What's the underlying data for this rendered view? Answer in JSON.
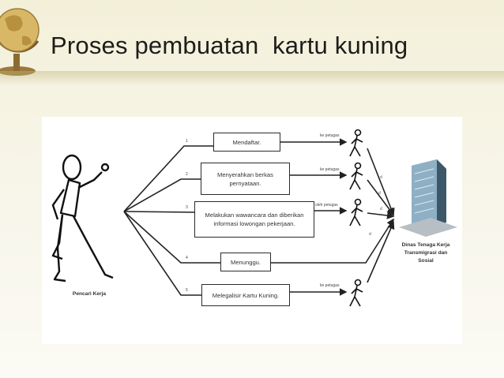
{
  "slide": {
    "title": "Proses pembuatan  kartu kuning"
  },
  "diagram": {
    "actor_label": "Pencari Kerja",
    "office_label": "Dinas Tenaga Kerja\nTransmigrasi dan\nSosial",
    "steps": [
      {
        "number": "1",
        "text": "Mendaftar.",
        "flow_label": "ke petugas"
      },
      {
        "number": "2",
        "text": "Menyerahkan berkas pernyataan.",
        "flow_label": "ke petugas"
      },
      {
        "number": "3",
        "text": "Melakukan wawancara dan diberikan informasi lowongan pekerjaan.",
        "flow_label": "oleh petugas"
      },
      {
        "number": "4",
        "text": "Menunggu.",
        "flow_label": ""
      },
      {
        "number": "5",
        "text": "Melegalisir Kartu Kuning.",
        "flow_label": "ke petugas"
      }
    ]
  }
}
